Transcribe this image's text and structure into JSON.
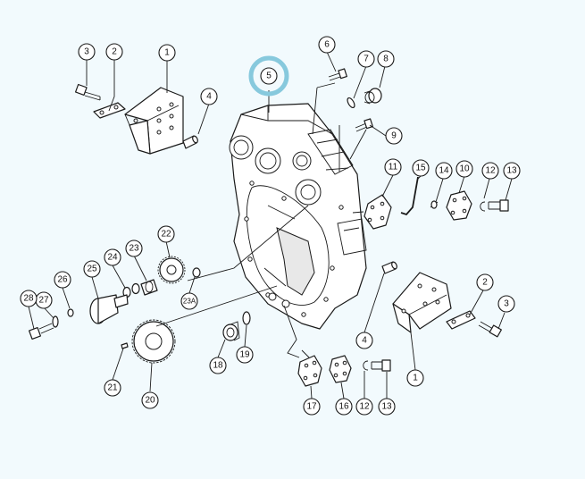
{
  "diagram": {
    "highlight_color": "#87c9dd",
    "highlighted_callout": "5",
    "callouts": [
      {
        "id": "c3a",
        "label": "3"
      },
      {
        "id": "c2a",
        "label": "2"
      },
      {
        "id": "c1a",
        "label": "1"
      },
      {
        "id": "c4a",
        "label": "4"
      },
      {
        "id": "c5",
        "label": "5"
      },
      {
        "id": "c6",
        "label": "6"
      },
      {
        "id": "c7",
        "label": "7"
      },
      {
        "id": "c8",
        "label": "8"
      },
      {
        "id": "c9",
        "label": "9"
      },
      {
        "id": "c11",
        "label": "11"
      },
      {
        "id": "c15",
        "label": "15"
      },
      {
        "id": "c14",
        "label": "14"
      },
      {
        "id": "c10",
        "label": "10"
      },
      {
        "id": "c12a",
        "label": "12"
      },
      {
        "id": "c13a",
        "label": "13"
      },
      {
        "id": "c22",
        "label": "22"
      },
      {
        "id": "c23",
        "label": "23"
      },
      {
        "id": "c23a",
        "label": "23A"
      },
      {
        "id": "c24",
        "label": "24"
      },
      {
        "id": "c25",
        "label": "25"
      },
      {
        "id": "c26",
        "label": "26"
      },
      {
        "id": "c27",
        "label": "27"
      },
      {
        "id": "c28",
        "label": "28"
      },
      {
        "id": "c21",
        "label": "21"
      },
      {
        "id": "c20",
        "label": "20"
      },
      {
        "id": "c18",
        "label": "18"
      },
      {
        "id": "c19",
        "label": "19"
      },
      {
        "id": "c17",
        "label": "17"
      },
      {
        "id": "c16",
        "label": "16"
      },
      {
        "id": "c12b",
        "label": "12"
      },
      {
        "id": "c13b",
        "label": "13"
      },
      {
        "id": "c4b",
        "label": "4"
      },
      {
        "id": "c1b",
        "label": "1"
      },
      {
        "id": "c2b",
        "label": "2"
      },
      {
        "id": "c3b",
        "label": "3"
      }
    ]
  }
}
